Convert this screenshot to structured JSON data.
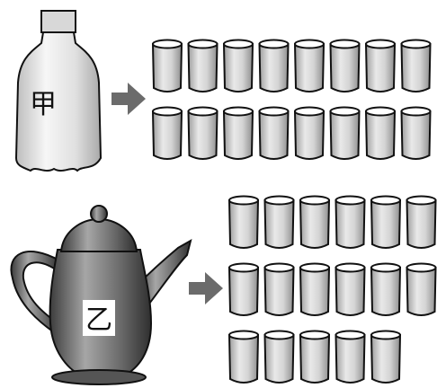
{
  "containers": [
    {
      "id": "bottle",
      "label": "甲",
      "cups": [
        8,
        8
      ]
    },
    {
      "id": "teapot",
      "label": "乙",
      "cups": [
        6,
        6,
        5
      ]
    }
  ],
  "colors": {
    "cup_body": "#c9c9c9",
    "cup_top": "#ffffff",
    "outline": "#111111",
    "arrow": "#6b6b6b",
    "teapot": "#6f6f6f",
    "bottle": "#e6e6e6"
  }
}
